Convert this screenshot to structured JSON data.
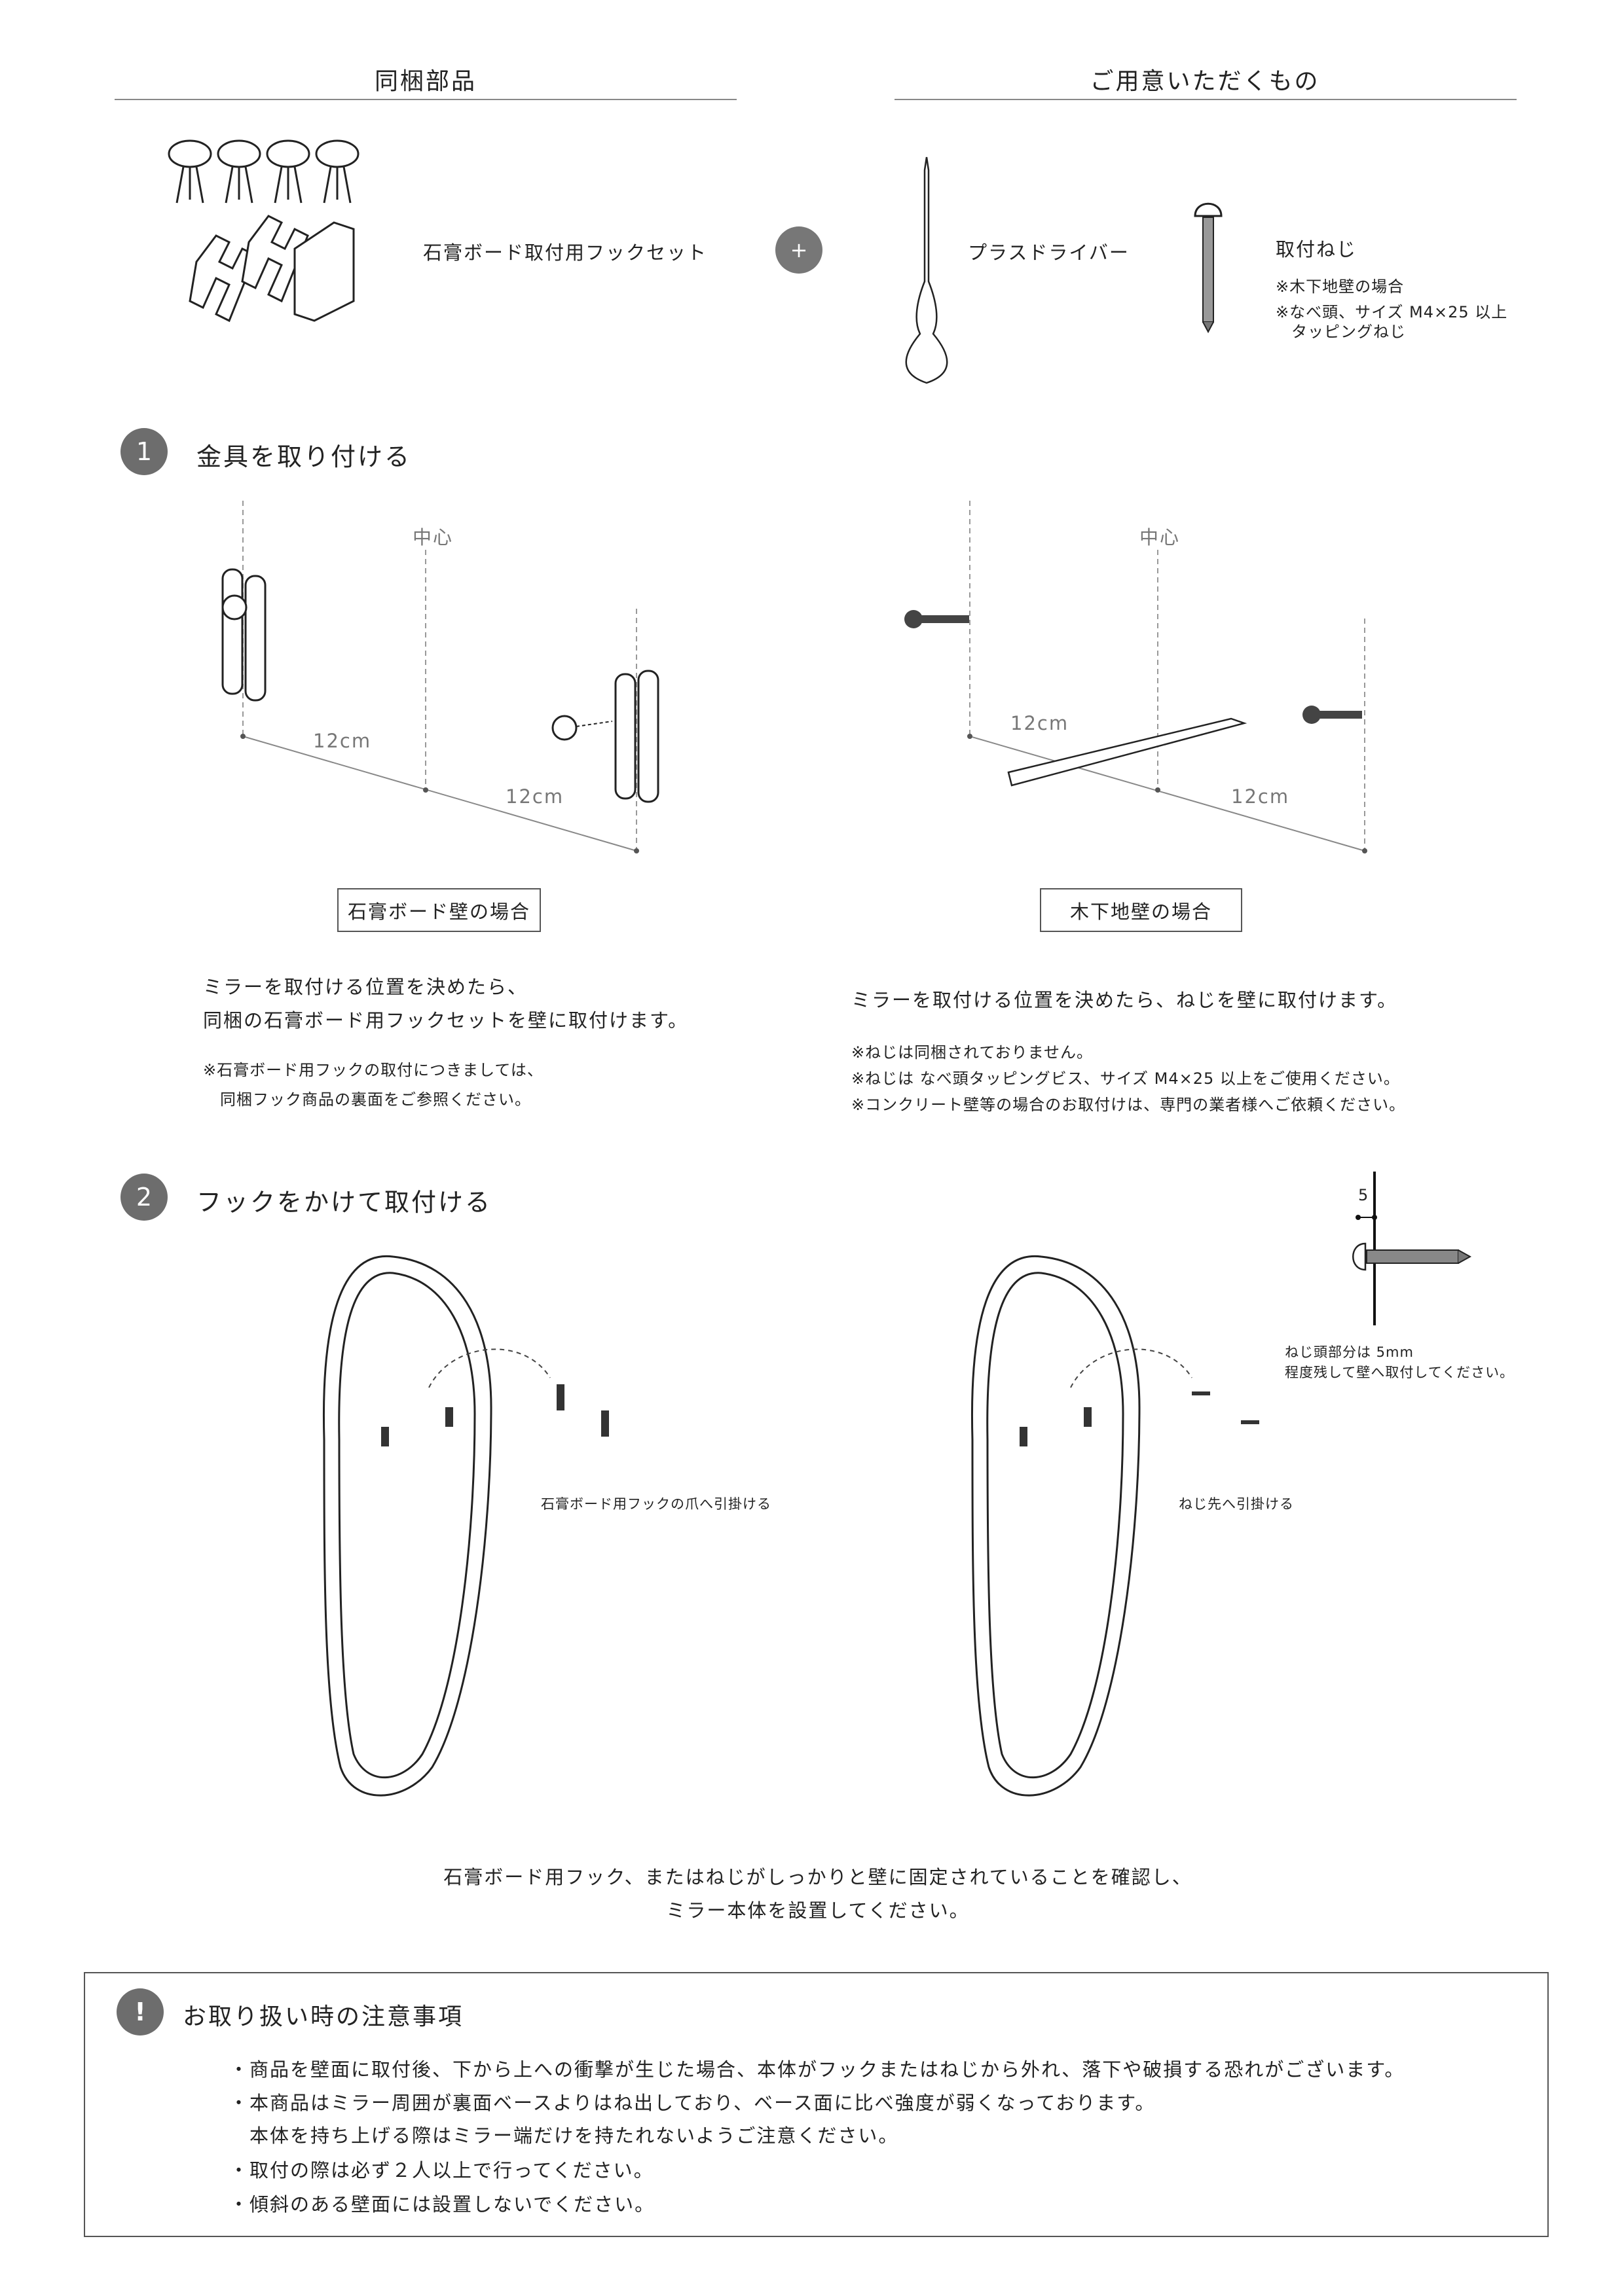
{
  "parts": {
    "title": "同梱部品",
    "hook_set": "石膏ボード取付用フックセット"
  },
  "prepare": {
    "title": "ご用意いただくもの",
    "plus": "+",
    "driver": "プラスドライバー",
    "screw": "取付ねじ",
    "note1": "※木下地壁の場合",
    "note2": "※なべ頭、サイズ M4×25 以上",
    "note3": "タッピングねじ"
  },
  "step1": {
    "number": "1",
    "title": "金具を取り付ける",
    "center": "中心",
    "dist": "12cm",
    "gypsum": {
      "label": "石膏ボード壁の場合",
      "text1": "ミラーを取付ける位置を決めたら、",
      "text2": "同梱の石膏ボード用フックセットを壁に取付けます。",
      "note1": "※石膏ボード用フックの取付につきましては、",
      "note2": "同梱フック商品の裏面をご参照ください。"
    },
    "wood": {
      "label": "木下地壁の場合",
      "text1": "ミラーを取付ける位置を決めたら、ねじを壁に取付けます。",
      "note1": "※ねじは同梱されておりません。",
      "note2": "※ねじは なべ頭タッピングビス、サイズ M4×25 以上をご使用ください。",
      "note3": "※コンクリート壁等の場合のお取付けは、専門の業者様へご依頼ください。"
    }
  },
  "step2": {
    "number": "2",
    "title": "フックをかけて取付ける",
    "hook_caption": "石膏ボード用フックの爪へ引掛ける",
    "screw_caption": "ねじ先へ引掛ける",
    "dim": "5",
    "screw_note1": "ねじ頭部分は 5mm",
    "screw_note2": "程度残して壁へ取付してください。",
    "confirm1": "石膏ボード用フック、またはねじがしっかりと壁に固定されていることを確認し、",
    "confirm2": "ミラー本体を設置してください。"
  },
  "notice": {
    "icon": "!",
    "title": "お取り扱い時の注意事項",
    "items": [
      "・商品を壁面に取付後、下から上への衝撃が生じた場合、本体がフックまたはねじから外れ、落下や破損する恐れがございます。",
      "・本商品はミラー周囲が裏面ベースよりはね出しており、ベース面に比べ強度が弱くなっております。",
      "　本体を持ち上げる際はミラー端だけを持たれないようご注意ください。",
      "・取付の際は必ず２人以上で行ってください。",
      "・傾斜のある壁面には設置しないでください。"
    ]
  }
}
